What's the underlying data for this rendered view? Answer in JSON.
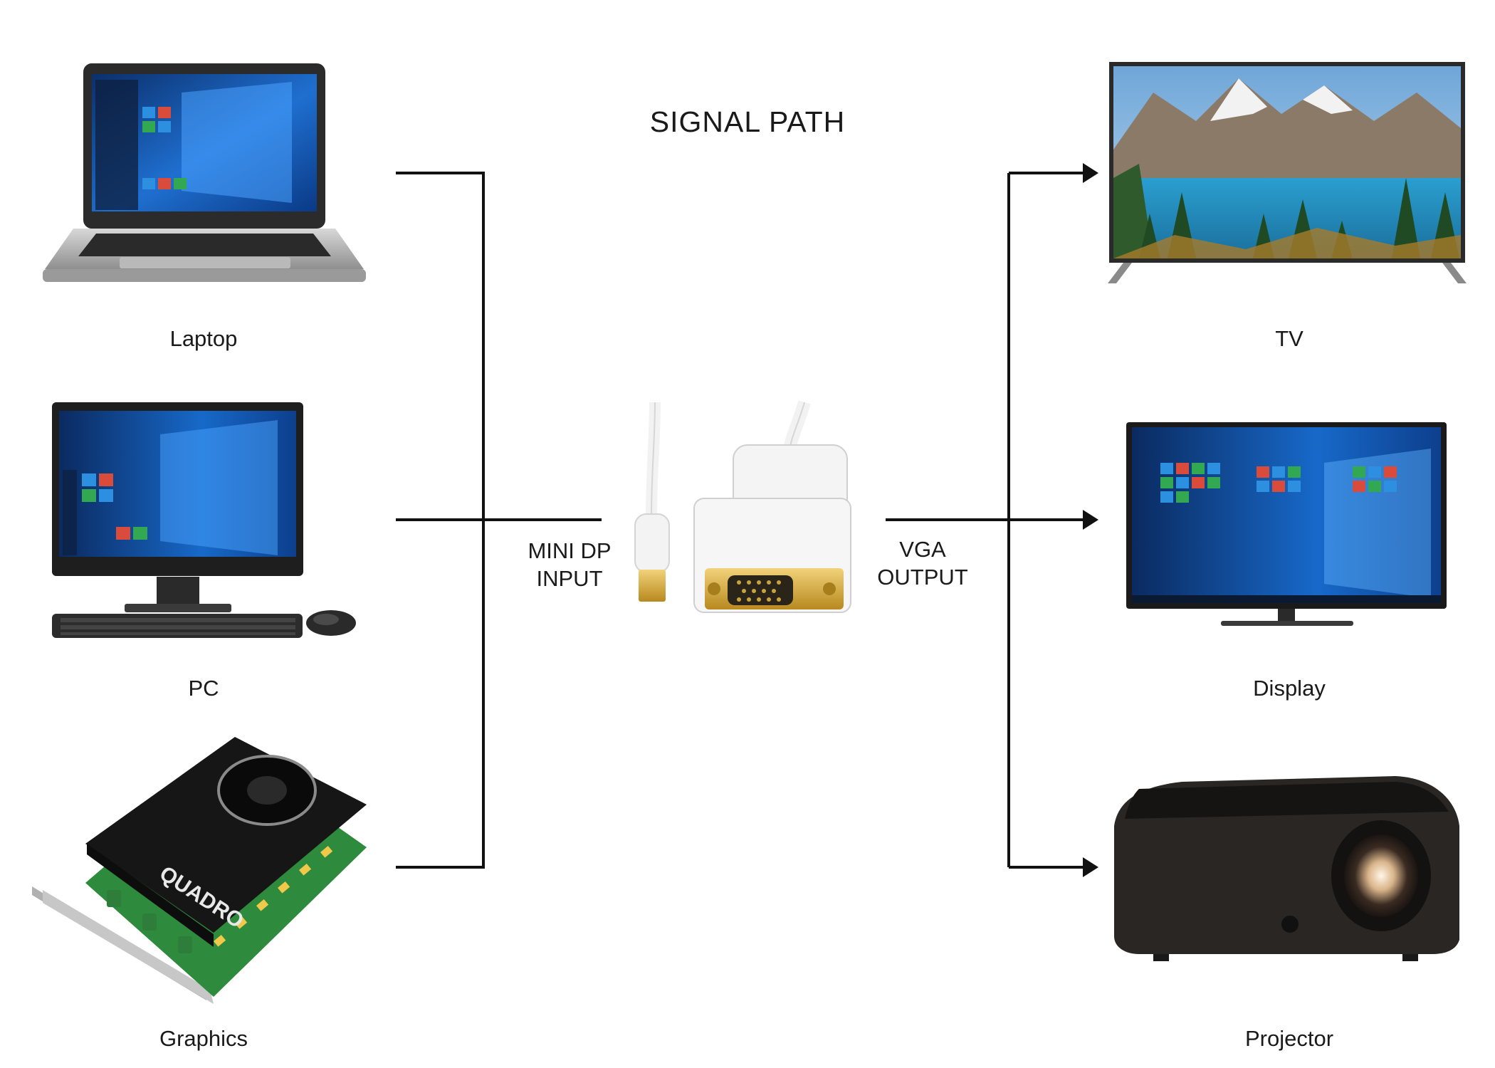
{
  "title": "SIGNAL PATH",
  "inputs": [
    {
      "label": "Laptop",
      "icon": "laptop-icon"
    },
    {
      "label": "PC",
      "icon": "desktop-pc-icon"
    },
    {
      "label": "Graphics",
      "icon": "graphics-card-icon"
    }
  ],
  "outputs": [
    {
      "label": "TV",
      "icon": "tv-icon"
    },
    {
      "label": "Display",
      "icon": "monitor-icon"
    },
    {
      "label": "Projector",
      "icon": "projector-icon"
    }
  ],
  "adapter": {
    "input_line1": "MINI DP",
    "input_line2": "INPUT",
    "output_line1": "VGA",
    "output_line2": "OUTPUT",
    "logo_text": "QUADRO"
  },
  "colors": {
    "line": "#111111",
    "screen_blue": "#1f6fd0",
    "cable_white": "#f2f2f2",
    "connector_gold": "#d9b23a",
    "pcb_green": "#2e8a3c"
  }
}
